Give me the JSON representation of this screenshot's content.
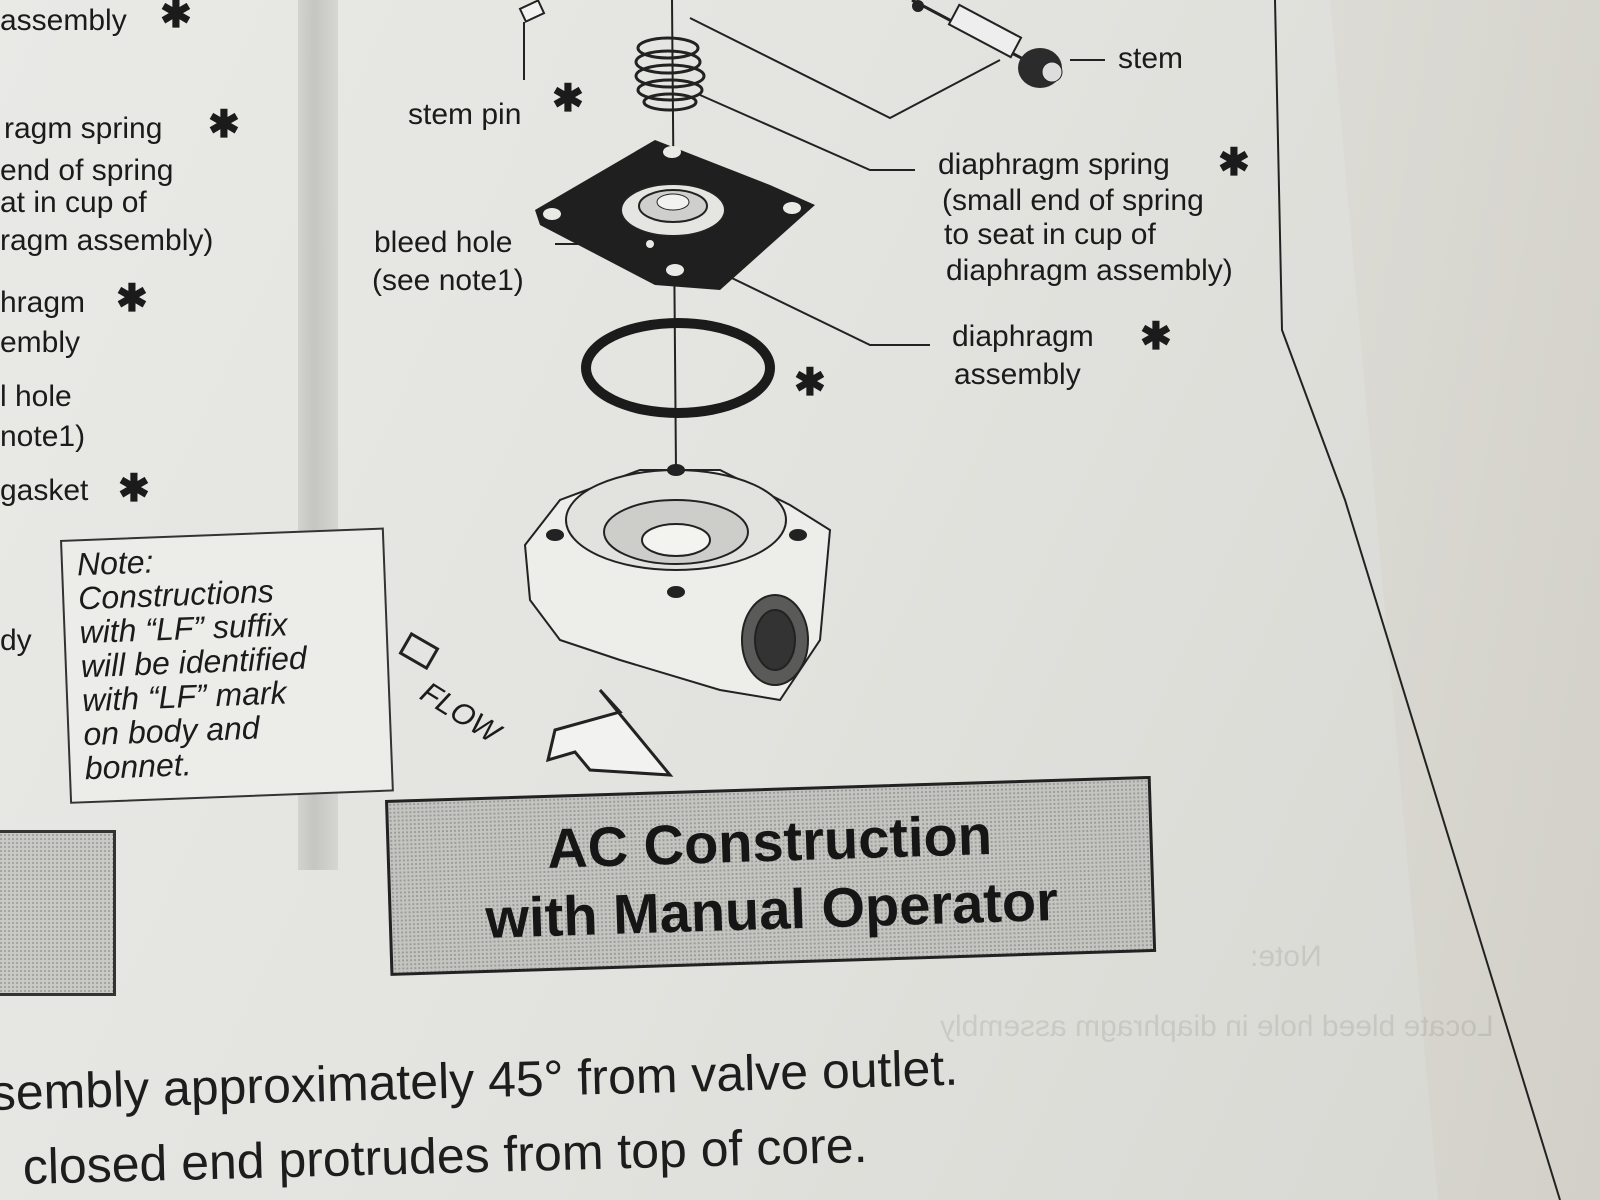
{
  "left_fragment": {
    "assembly": "assembly",
    "ragm_spring": "ragm spring",
    "end_of_spring": "end of spring",
    "at_in_cup_of": "at in cup of",
    "ragm_assembly": "ragm assembly)",
    "hragm": "hragm",
    "embly": "embly",
    "hole": "l hole",
    "note1": "note1)",
    "gasket": "gasket",
    "dy": "dy"
  },
  "labels": {
    "stem_pin": "stem pin",
    "stem": "stem",
    "bleed_hole": "bleed hole",
    "see_note1": "(see note1)",
    "diaphragm_spring": "diaphragm spring",
    "small_end": "(small end of spring",
    "to_seat": "to seat in cup of",
    "diaphragm_assembly_paren": "diaphragm assembly)",
    "diaphragm": "diaphragm",
    "assembly": "assembly",
    "flow": "FLOW",
    "star": "✱"
  },
  "note": {
    "text": "Note:\nConstructions\nwith “LF” suffix\nwill be identified\nwith “LF” mark\non body and\nbonnet."
  },
  "title": {
    "line1": "AC Construction",
    "line2": "with Manual Operator"
  },
  "bottom": {
    "line1": "sembly approximately 45° from valve outlet.",
    "line2": "closed end protrudes from top of core."
  },
  "bleed_through": {
    "line1": "Note:",
    "line2": "Locate bleed hole in diaphragm assembly"
  }
}
